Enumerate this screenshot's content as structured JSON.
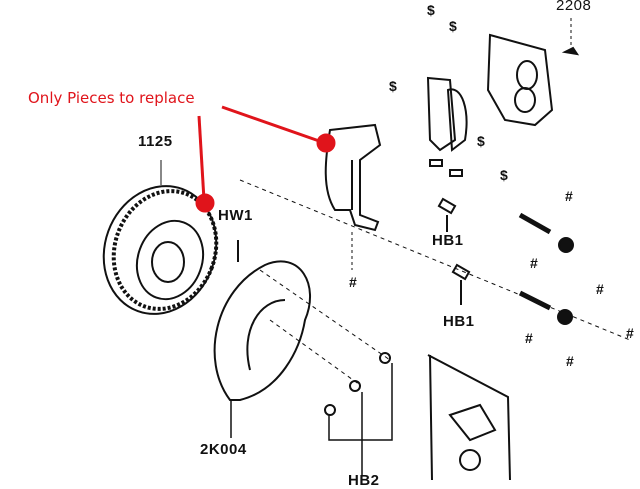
{
  "annotation": {
    "text": "Only Pieces to replace",
    "color": "#e0141b"
  },
  "part_labels": {
    "rotor": "1125",
    "hw1": "HW1",
    "caliper": "2208",
    "hb1_top": "HB1",
    "hb1_bottom": "HB1",
    "shield": "2K004",
    "hb2": "HB2"
  },
  "symbols": {
    "dollar": "$",
    "hash": "#"
  }
}
